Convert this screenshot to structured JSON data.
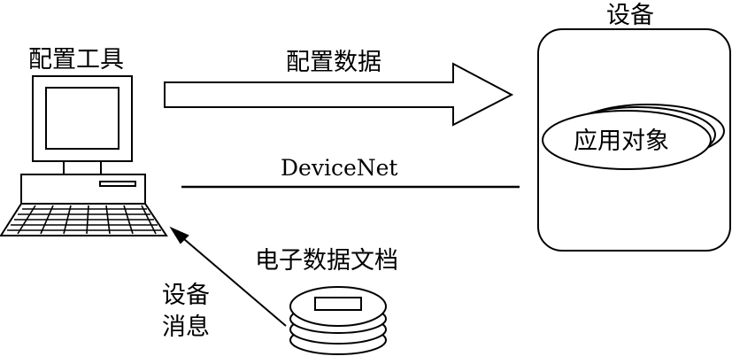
{
  "labels": {
    "config_tool": "配置工具",
    "config_data": "配置数据",
    "device": "设备",
    "app_object": "应用对象",
    "network": "DeviceNet",
    "eds": "电子数据文档",
    "device_info_line1": "设备",
    "device_info_line2": "消息"
  }
}
